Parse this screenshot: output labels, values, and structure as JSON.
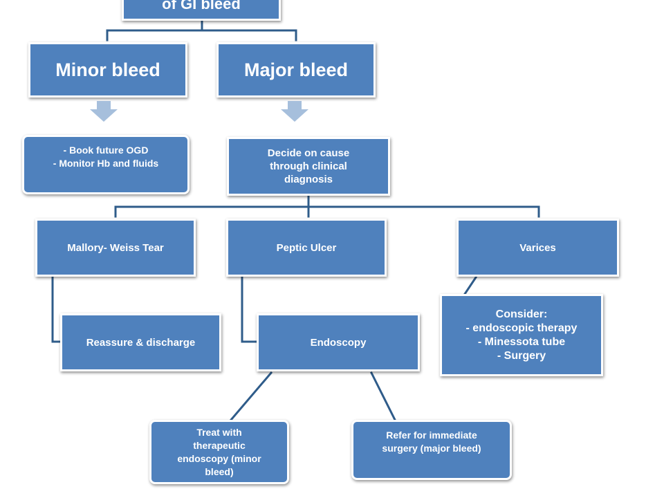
{
  "colors": {
    "box_fill": "#4f81bd",
    "connector": "#2f5c8a",
    "arrow": "#a6bfdc"
  },
  "flowchart": {
    "top_box": {
      "lines": [
        "of GI bleed"
      ]
    },
    "minor_bleed": {
      "label": "Minor bleed"
    },
    "major_bleed": {
      "label": "Major bleed"
    },
    "minor_actions": {
      "lines": [
        "- Book future OGD",
        "- Monitor Hb and fluids"
      ]
    },
    "decide_cause": {
      "lines": [
        "Decide on cause",
        "through clinical",
        "diagnosis"
      ]
    },
    "mallory_weiss": {
      "label": "Mallory- Weiss Tear"
    },
    "peptic_ulcer": {
      "label": "Peptic Ulcer"
    },
    "varices": {
      "label": "Varices"
    },
    "reassure": {
      "label": "Reassure & discharge"
    },
    "endoscopy": {
      "label": "Endoscopy"
    },
    "consider": {
      "lines": [
        "Consider:",
        "- endoscopic therapy",
        "- Minessota tube",
        "- Surgery"
      ]
    },
    "treat": {
      "lines": [
        "Treat with",
        "therapeutic",
        "endoscopy (minor",
        "bleed)"
      ]
    },
    "refer": {
      "lines": [
        "Refer for immediate",
        "surgery (major bleed)"
      ]
    }
  }
}
